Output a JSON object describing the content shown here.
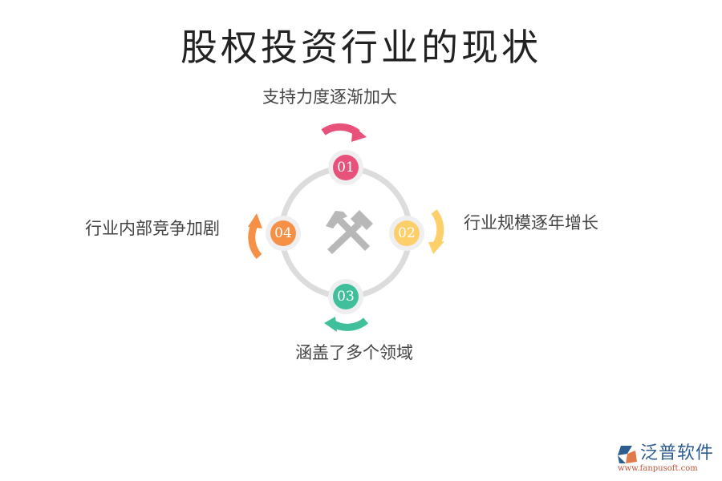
{
  "title": "股权投资行业的现状",
  "center_icon": "hammer-pick-icon",
  "items": [
    {
      "number": "01",
      "label": "支持力度逐渐加大",
      "color": "#e8527a",
      "position": "top"
    },
    {
      "number": "02",
      "label": "行业规模逐年增长",
      "color": "#fdcf6a",
      "position": "right"
    },
    {
      "number": "03",
      "label": "涵盖了多个领域",
      "color": "#3fbf9b",
      "position": "bottom"
    },
    {
      "number": "04",
      "label": "行业内部竞争加剧",
      "color": "#f79047",
      "position": "left"
    }
  ],
  "ring_color": "#dcdcdc",
  "logo": {
    "brand": "泛普软件",
    "url": "www.fanpusoft.com"
  }
}
